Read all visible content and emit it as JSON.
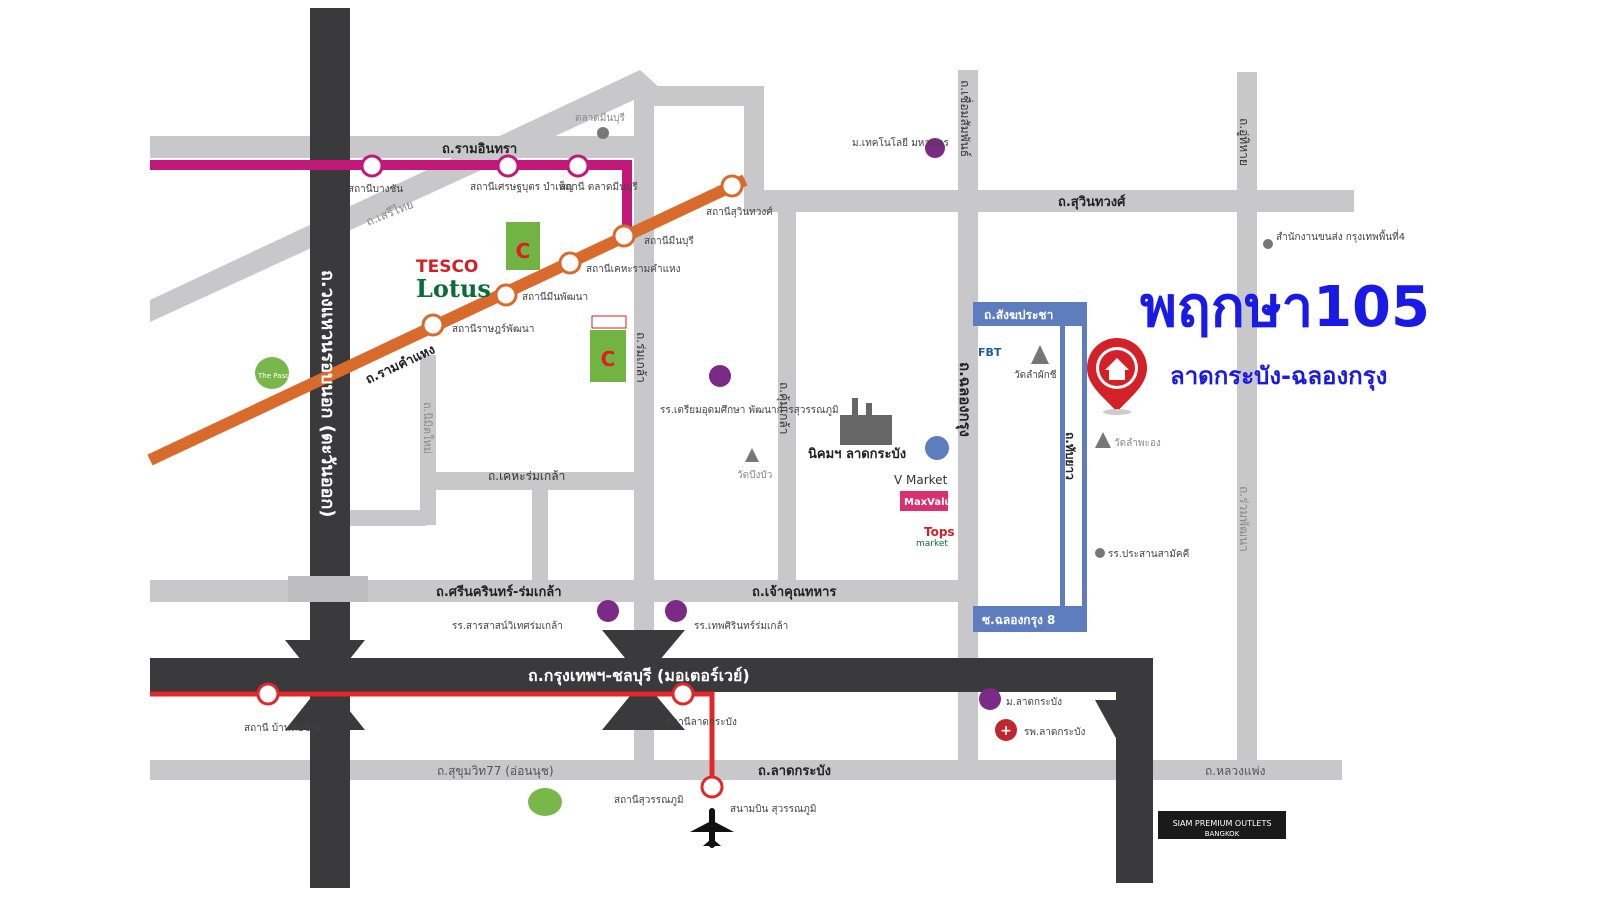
{
  "project": {
    "name": "พฤกษา105",
    "area": "ลาดกระบัง-ฉลองกรุง",
    "accent_blue": "#1a1ae6",
    "pin_red": "#d42027"
  },
  "colors": {
    "highway": "#3a3a3c",
    "road": "#c8c8cb",
    "pink_line": "#c2187a",
    "orange_line": "#d86a2c",
    "red_line": "#e3262a",
    "blue_road": "#5e7dbf",
    "poi_purple": "#7b2a86",
    "hospital_red": "#c0262d"
  },
  "roads": {
    "ramintra": "ถ.รามอินทรา",
    "seri_thai": "ถ.เสรีไทย",
    "ramkhamhaeng": "ถ.รามคำแหง",
    "outer_ring": "ถ.วงแหวนรอบนอก (ตะวันออก)",
    "nimit": "ถ.นิมิตใหม่",
    "romklao": "ถ.ร่มเกล้า",
    "khumklao": "ถ.คุ้มเกล้า",
    "keharomklao": "ถ.เคหะร่มเกล้า",
    "suwinthawong": "ถ.สุวินทวงศ์",
    "chueam": "ถ.เชื่อมสัมพันธ์",
    "chalongkrung": "ถ.ฉลองกรุง",
    "sangkhaprachaa": "ถ.สังฆประชา",
    "tabyao": "ถ.ทับยาว",
    "soi_chalong8": "ซ.ฉลองกรุง 8",
    "upatham": "ถ.อู่ทิหาย",
    "ruampattana": "ถ.ร่วมพัฒนา",
    "srinakarin_romklao": "ถ.ศรีนครินทร์-ร่มเกล้า",
    "chaokhun": "ถ.เจ้าคุณทหาร",
    "motorway": "ถ.กรุงเทพฯ-ชลบุรี (มอเตอร์เวย์)",
    "sukhumvit77": "ถ.สุขุมวิท77 (อ่อนนุช)",
    "latkrabang": "ถ.ลาดกระบัง",
    "luang_phaeng": "ถ.หลวงแพ่ง"
  },
  "stations": {
    "bang_chan": "สถานีบางชัน",
    "setthabutbamphen": "สถานีเศรษฐบุตร บำเพ็ญ",
    "talat_minburi": "สถานี ตลาดมีนบุรี",
    "suwinthawong": "สถานีสุวินทวงศ์",
    "minburi": "สถานีมีนบุรี",
    "keha_ramkhamhaeng": "สถานีเคหะรามคำแหง",
    "rat_phatthana": "สถานีราษฎร์พัฒนา",
    "min_phatthana": "สถานีมีนพัฒนา",
    "ban_thap_chang": "สถานี บ้านทับช้าง",
    "lat_krabang": "สถานีลาดกระบัง",
    "suvarnabhumi": "สถานีสุวรรณภูมิ",
    "airport": "สนามบิน สุวรรณภูมิ"
  },
  "places": {
    "talat_minburi_dot": "ตลาดมีนบุรี",
    "mahanakorn": "ม.เทคโนโลยี มหานคร",
    "tesco_1": "TESCO",
    "tesco_2": "Lotus",
    "pasco": "The Pasco",
    "bigc": "Big C",
    "school_triam": "รร.เตรียมอุดมศึกษา พัฒนาการสุวรรณภูมิ",
    "wat_bueng": "วัดบึงบัว",
    "nikom": "นิคมฯ ลาดกระบัง",
    "v_market": "V Market",
    "maxvalu": "MaxValu",
    "tops_1": "Tops",
    "tops_2": "market",
    "fbt": "FBT",
    "wat_lam_phak_chi": "วัดลำผักชี",
    "wat_small": "วัดลำพะอง",
    "office": "สำนักงานขนส่ง กรุงเทพพื้นที่4",
    "school_prasan": "รร.ประสานสามัคคี",
    "school_sarasas": "รร.สารสาสน์วิเทศร่มเกล้า",
    "school_thep": "รร.เทพศิรินทร์ร่มเกล้า",
    "uni_latkrabang": "ม.ลาดกระบัง",
    "hospital": "รพ.ลาดกระบัง",
    "siam_outlets_1": "SIAM PREMIUM OUTLETS",
    "siam_outlets_2": "BANGKOK"
  }
}
